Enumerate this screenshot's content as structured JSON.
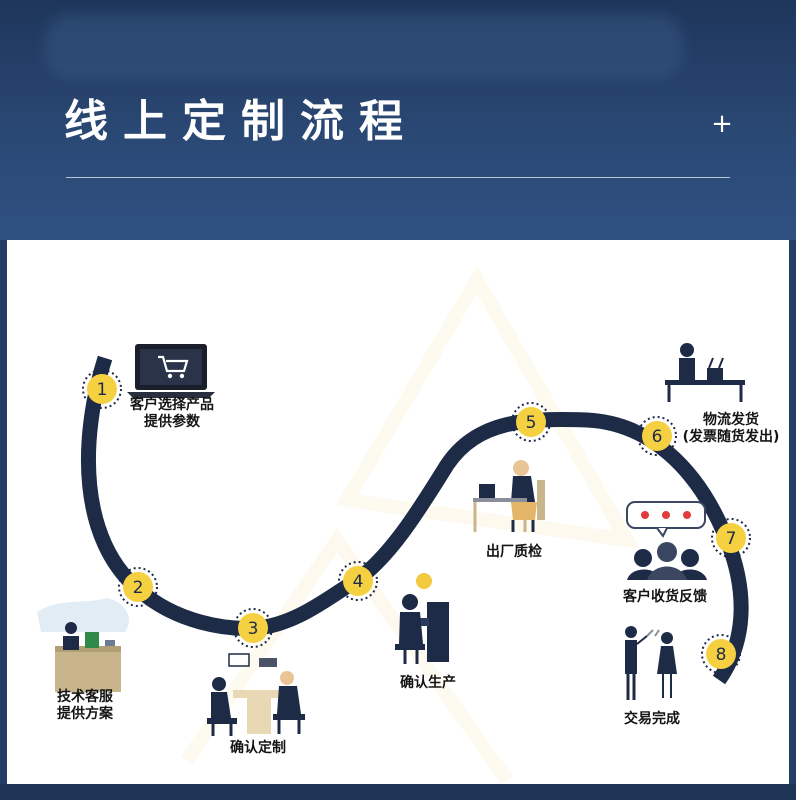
{
  "header": {
    "title": "线上定制流程",
    "plus": "+"
  },
  "colors": {
    "header_bg": "#2a4874",
    "path": "#1e2b47",
    "marker": "#f5d142",
    "marker_text": "#1e2b47"
  },
  "steps": [
    {
      "number": "1",
      "lines": [
        "客户选择产品",
        "提供参数"
      ],
      "icon": "laptop-cart-icon"
    },
    {
      "number": "2",
      "lines": [
        "技术客服",
        "提供方案"
      ],
      "icon": "support-desk-icon"
    },
    {
      "number": "3",
      "lines": [
        "确认定制"
      ],
      "icon": "meeting-icon"
    },
    {
      "number": "4",
      "lines": [
        "确认生产"
      ],
      "icon": "worker-computer-icon"
    },
    {
      "number": "5",
      "lines": [
        "出厂质检"
      ],
      "icon": "inspector-desk-icon"
    },
    {
      "number": "6",
      "lines": [
        "物流发货",
        "(发票随货发出)"
      ],
      "icon": "shipping-counter-icon"
    },
    {
      "number": "7",
      "lines": [
        "客户收货反馈"
      ],
      "icon": "customer-feedback-icon"
    },
    {
      "number": "8",
      "lines": [
        "交易完成"
      ],
      "icon": "celebration-icon"
    }
  ]
}
